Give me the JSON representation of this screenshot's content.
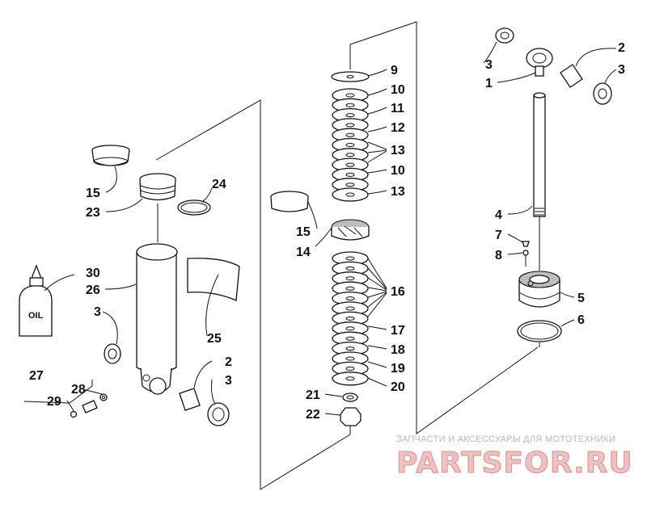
{
  "labels": {
    "l9": "9",
    "l10a": "10",
    "l11": "11",
    "l12": "12",
    "l13a": "13",
    "l10b": "10",
    "l13b": "13",
    "l15a": "15",
    "l14": "14",
    "l16": "16",
    "l17": "17",
    "l18": "18",
    "l19": "19",
    "l20": "20",
    "l21": "21",
    "l22": "22",
    "l15b": "15",
    "l23": "23",
    "l24": "24",
    "l30": "30",
    "l26": "26",
    "l3a": "3",
    "l25": "25",
    "l2a": "2",
    "l3b": "3",
    "l27": "27",
    "l28": "28",
    "l29": "29",
    "l2b": "2",
    "l3c": "3",
    "l3d": "3",
    "l1": "1",
    "l4": "4",
    "l7": "7",
    "l8": "8",
    "l5": "5",
    "l6": "6"
  },
  "oil_bottle_text": "OIL",
  "watermark": {
    "tagline": "ЗАПЧАСТИ И АКСЕССУАРЫ ДЛЯ МОТОТЕХНИКИ",
    "brand": "PARTSFOR.RU"
  }
}
